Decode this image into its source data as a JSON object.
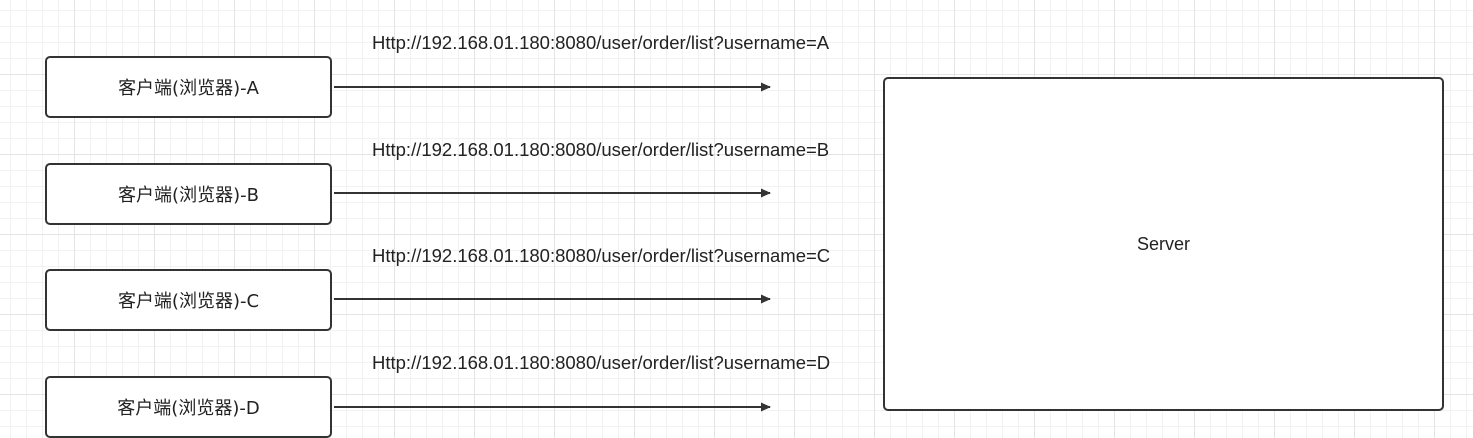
{
  "clients": [
    {
      "label": "客户端(浏览器)-A"
    },
    {
      "label": "客户端(浏览器)-B"
    },
    {
      "label": "客户端(浏览器)-C"
    },
    {
      "label": "客户端(浏览器)-D"
    }
  ],
  "requests": [
    {
      "url": "Http://192.168.01.180:8080/user/order/list?username=A"
    },
    {
      "url": "Http://192.168.01.180:8080/user/order/list?username=B"
    },
    {
      "url": "Http://192.168.01.180:8080/user/order/list?username=C"
    },
    {
      "url": "Http://192.168.01.180:8080/user/order/list?username=D"
    }
  ],
  "server": {
    "label": "Server"
  },
  "colors": {
    "stroke": "#333333",
    "text": "#222222",
    "grid": "#e4e4e4"
  }
}
